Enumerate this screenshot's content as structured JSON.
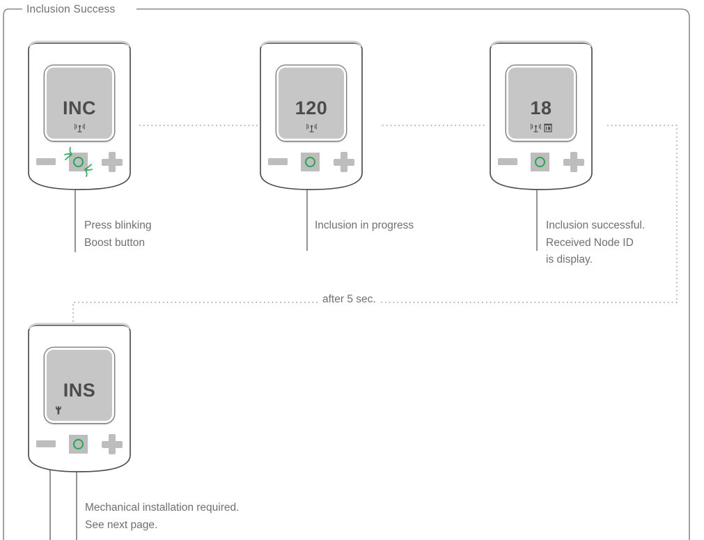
{
  "frame": {
    "title": "Inclusion Success"
  },
  "colors": {
    "frame_border": "#8a8a8a",
    "device_outline": "#4d4d4d",
    "lcd_background": "#c6c6c6",
    "lcd_text": "#4c4c4c",
    "button_gray": "#bdbdbd",
    "accent_green": "#1faa4e",
    "text_gray": "#6f6f6f",
    "dotted_line": "#9a9a9a",
    "leader_line": "#6f6f6f"
  },
  "steps": [
    {
      "id": "step-1",
      "display_value": "INC",
      "icons": [
        "wifi-icon"
      ],
      "boost_button_state": "blinking",
      "caption": "Press blinking\nBoost button"
    },
    {
      "id": "step-2",
      "display_value": "120",
      "icons": [
        "wifi-icon"
      ],
      "boost_button_state": "steady",
      "caption": "Inclusion in progress"
    },
    {
      "id": "step-3",
      "display_value": "18",
      "icons": [
        "wifi-icon",
        "id-badge-icon"
      ],
      "boost_button_state": "steady",
      "caption": "Inclusion successful.\nReceived Node ID\nis display."
    },
    {
      "id": "step-4",
      "display_value": "INS",
      "icons": [
        "wrench-icon"
      ],
      "boost_button_state": "steady",
      "caption": "Mechanical installation required.\nSee next page."
    }
  ],
  "connectors": {
    "delay_label": "after 5 sec."
  }
}
